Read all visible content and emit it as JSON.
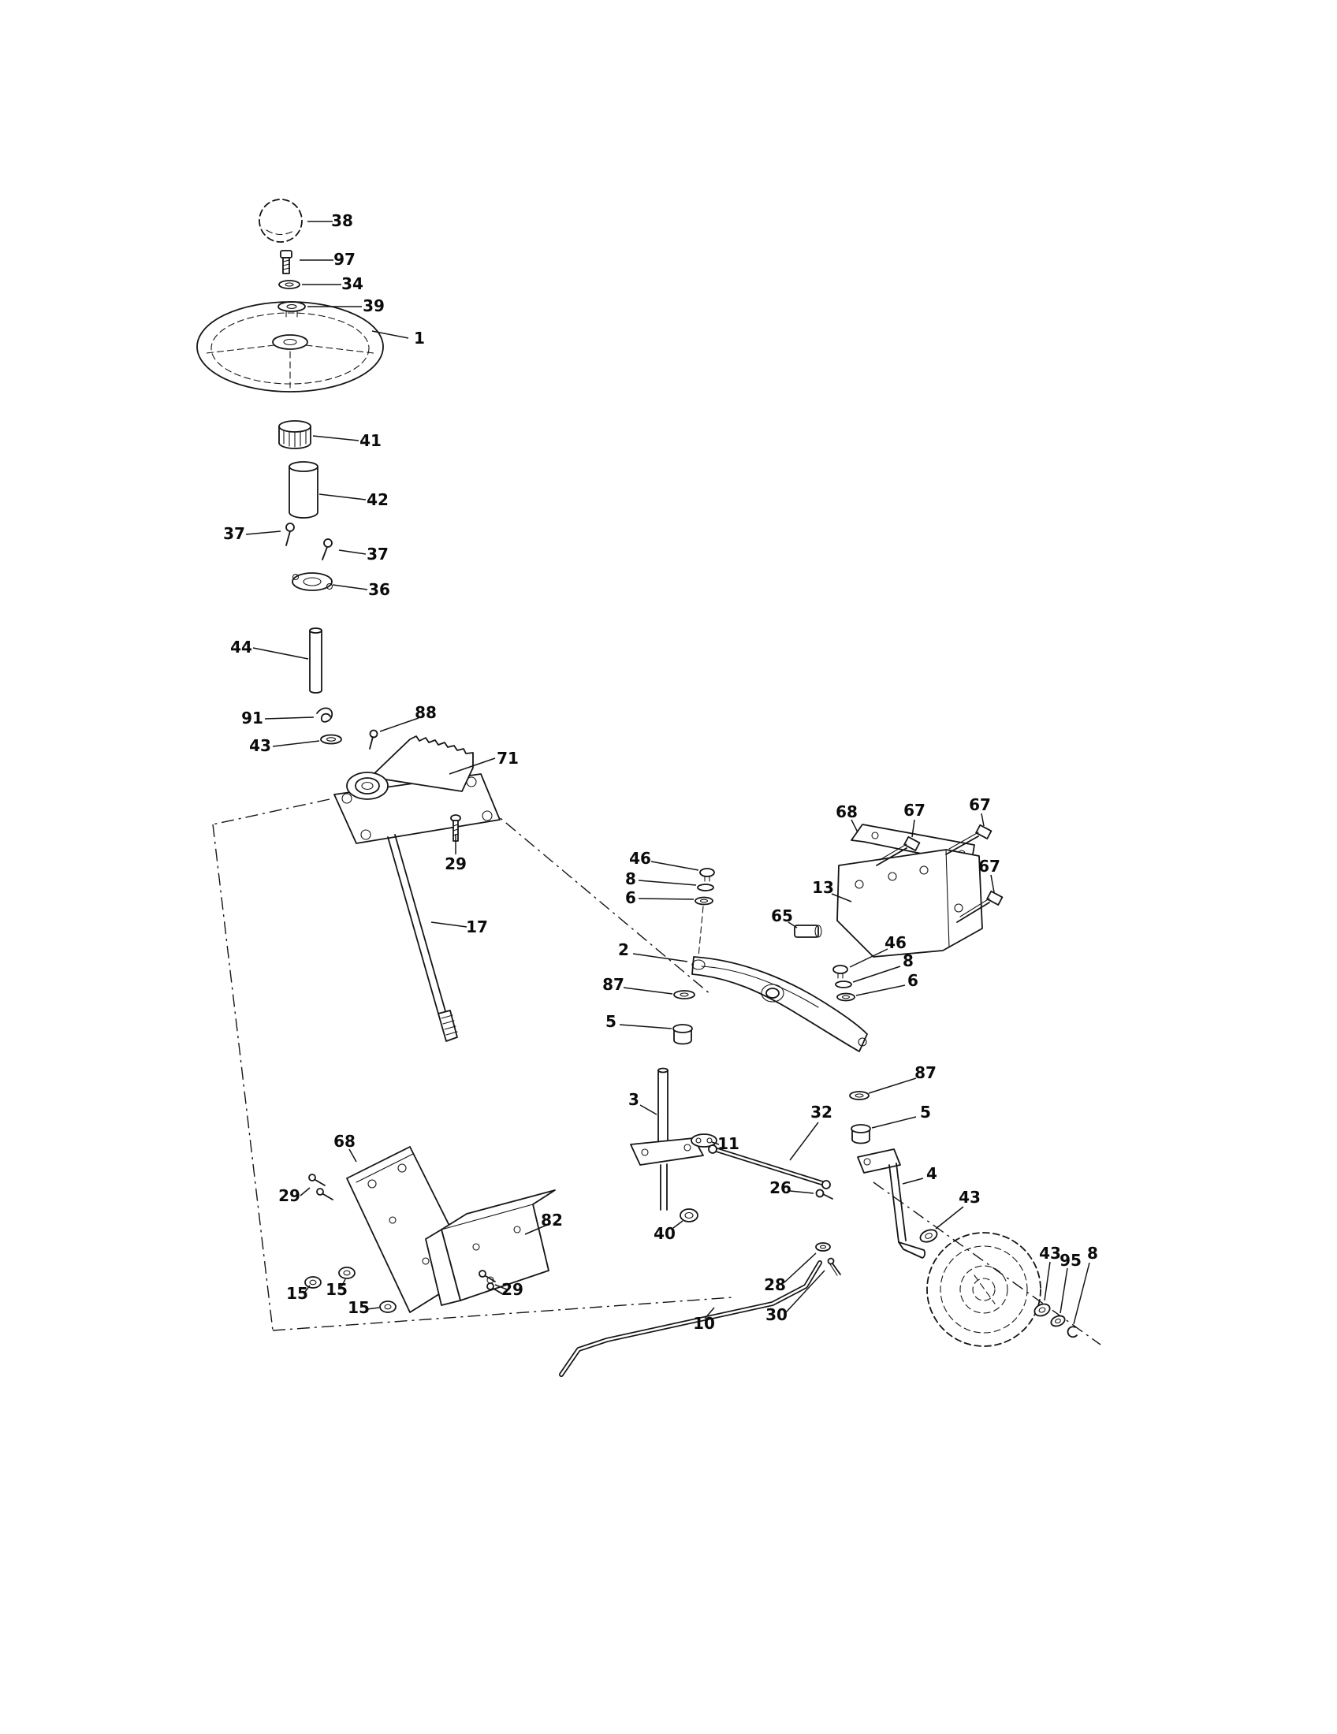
{
  "diagram": {
    "background": "#ffffff",
    "line_color": "#151515",
    "callouts": [
      {
        "label": "38"
      },
      {
        "label": "97"
      },
      {
        "label": "34"
      },
      {
        "label": "39"
      },
      {
        "label": "1"
      },
      {
        "label": "41"
      },
      {
        "label": "42"
      },
      {
        "label": "37"
      },
      {
        "label": "37"
      },
      {
        "label": "36"
      },
      {
        "label": "44"
      },
      {
        "label": "91"
      },
      {
        "label": "43"
      },
      {
        "label": "88"
      },
      {
        "label": "71"
      },
      {
        "label": "29"
      },
      {
        "label": "17"
      },
      {
        "label": "46"
      },
      {
        "label": "8"
      },
      {
        "label": "6"
      },
      {
        "label": "68"
      },
      {
        "label": "67"
      },
      {
        "label": "67"
      },
      {
        "label": "67"
      },
      {
        "label": "13"
      },
      {
        "label": "65"
      },
      {
        "label": "46"
      },
      {
        "label": "8"
      },
      {
        "label": "6"
      },
      {
        "label": "2"
      },
      {
        "label": "87"
      },
      {
        "label": "5"
      },
      {
        "label": "3"
      },
      {
        "label": "32"
      },
      {
        "label": "87"
      },
      {
        "label": "5"
      },
      {
        "label": "11"
      },
      {
        "label": "26"
      },
      {
        "label": "4"
      },
      {
        "label": "43"
      },
      {
        "label": "40"
      },
      {
        "label": "68"
      },
      {
        "label": "29"
      },
      {
        "label": "82"
      },
      {
        "label": "15"
      },
      {
        "label": "15"
      },
      {
        "label": "29"
      },
      {
        "label": "15"
      },
      {
        "label": "10"
      },
      {
        "label": "28"
      },
      {
        "label": "30"
      },
      {
        "label": "43"
      },
      {
        "label": "95"
      },
      {
        "label": "8"
      }
    ]
  }
}
